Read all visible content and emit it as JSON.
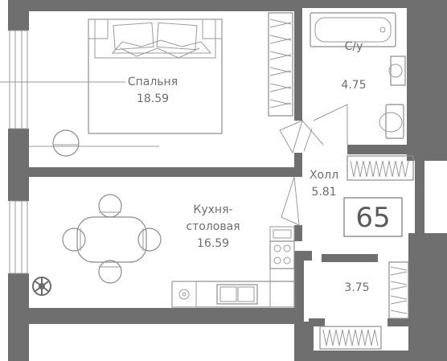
{
  "rooms": {
    "bedroom": {
      "name": "Спальня",
      "area": "18.59"
    },
    "bathroom": {
      "name": "С/у",
      "area": "4.75"
    },
    "hall": {
      "name": "Холл",
      "area": "5.81"
    },
    "kitchen": {
      "name_line1": "Кухня-",
      "name_line2": "столовая",
      "area": "16.59"
    },
    "storage": {
      "area": "3.75"
    }
  },
  "apartment_number": "65",
  "colors": {
    "wall": "#6f6f6f",
    "line": "#9a9a9a",
    "text": "#6e6e6e"
  }
}
